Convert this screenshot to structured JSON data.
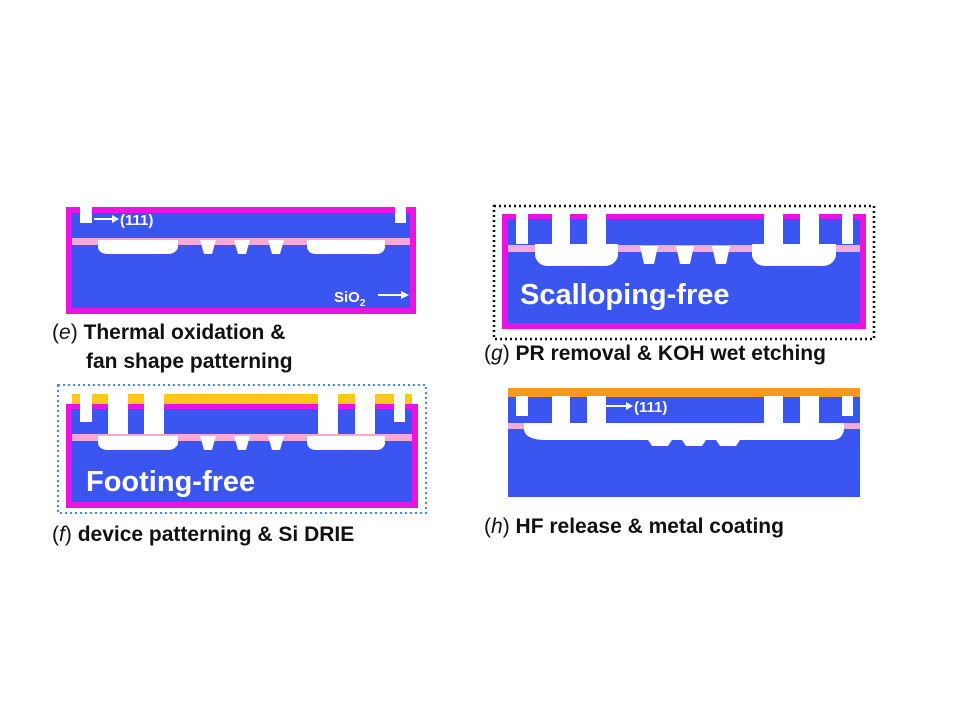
{
  "panels": {
    "e": {
      "letter": "e",
      "caption_line1": "Thermal oxidation &",
      "caption_line2": "fan shape patterning",
      "orientation_label": "(111)",
      "oxide_label": "SiO",
      "oxide_sub": "2"
    },
    "f": {
      "letter": "f",
      "caption": "device patterning & Si DRIE",
      "inner_label": "Footing-free"
    },
    "g": {
      "letter": "g",
      "caption": "PR removal & KOH wet etching",
      "inner_label": "Scalloping-free"
    },
    "h": {
      "letter": "h",
      "caption": "HF release & metal coating",
      "orientation_label": "(111)"
    }
  },
  "colors": {
    "silicon": "#3a55f0",
    "oxide": "#e815e0",
    "pink_layer": "#f5a9d6",
    "photoresist": "#ffc817",
    "metal": "#f59a1c",
    "box_outline_black": "#111111",
    "box_outline_blue": "#4a8be0"
  }
}
